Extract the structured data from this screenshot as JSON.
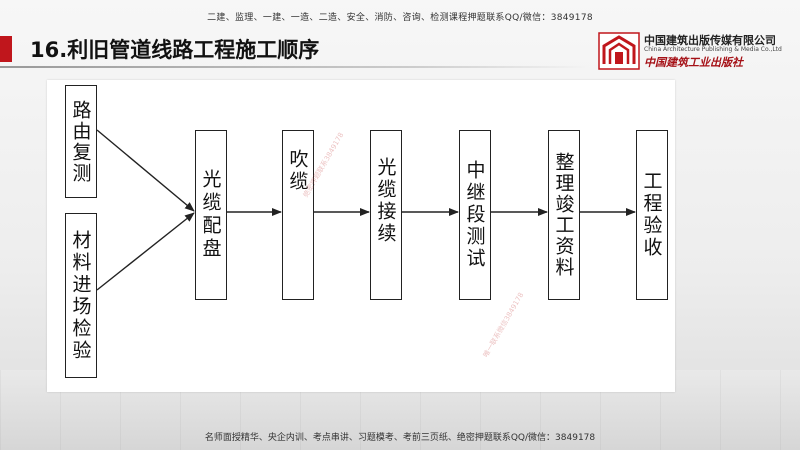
{
  "header": {
    "top_banner": "二建、监理、一建、一造、二造、安全、消防、咨询、检测课程押题联系QQ/微信：3849178",
    "title": "16.利旧管道线路工程施工顺序"
  },
  "logo": {
    "name_cn": "中国建筑出版传媒有限公司",
    "name_en": "China Architecture Publishing & Media Co.,Ltd",
    "name_cn2": "中国建筑工业出版社"
  },
  "footer": {
    "bottom_banner": "名师面授精华、央企内训、考点串讲、习题模考、考前三页纸、绝密押题联系QQ/微信：3849178"
  },
  "diagram": {
    "nodes": [
      {
        "id": "route-survey",
        "text": "路由复测"
      },
      {
        "id": "material-inspection",
        "text": "材料进场检验"
      },
      {
        "id": "cable-distribution",
        "text": "光缆配盘"
      },
      {
        "id": "blowing",
        "text": "吹缆"
      },
      {
        "id": "splicing",
        "text": "光缆接续"
      },
      {
        "id": "relay-test",
        "text": "中继段测试"
      },
      {
        "id": "as-built",
        "text": "整理竣工资料"
      },
      {
        "id": "acceptance",
        "text": "工程验收"
      }
    ],
    "edges": [
      [
        "route-survey",
        "cable-distribution"
      ],
      [
        "material-inspection",
        "cable-distribution"
      ],
      [
        "cable-distribution",
        "blowing"
      ],
      [
        "blowing",
        "splicing"
      ],
      [
        "splicing",
        "relay-test"
      ],
      [
        "relay-test",
        "as-built"
      ],
      [
        "as-built",
        "acceptance"
      ]
    ]
  },
  "watermarks": [
    "绝密押题联系3849178",
    "唯一联系微信3849178"
  ],
  "colors": {
    "accent": "#c0161c",
    "box_border": "#222222"
  }
}
